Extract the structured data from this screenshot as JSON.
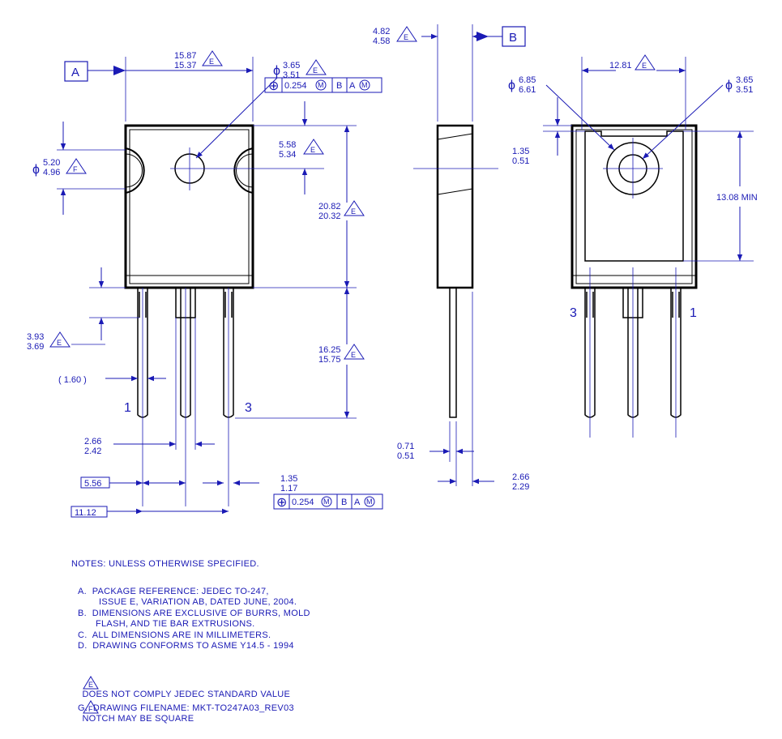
{
  "colors": {
    "ink": "#1a1ab5",
    "outline": "#000000",
    "paper": "#ffffff"
  },
  "datums": {
    "a": "A",
    "b": "B"
  },
  "flags": {
    "e": "E",
    "f": "F"
  },
  "dims": {
    "width_max": "15.87",
    "width_min": "15.37",
    "hole_max": "3.65",
    "hole_min": "3.51",
    "notch_max": "5.20",
    "notch_min": "4.96",
    "hole_pos_max": "5.58",
    "hole_pos_min": "5.34",
    "body_h_max": "20.82",
    "body_h_min": "20.32",
    "lead_len_max": "16.25",
    "lead_len_min": "15.75",
    "shoulder_max": "3.93",
    "shoulder_min": "3.69",
    "lead_tip": "( 1.60 )",
    "lead_wide_max": "2.66",
    "lead_wide_min": "2.42",
    "pitch": "5.56",
    "pitch2": "11.12",
    "lead_w_max": "1.35",
    "lead_w_min": "1.17",
    "thick_max": "4.82",
    "thick_min": "4.58",
    "lead_t_max": "0.71",
    "lead_t_min": "0.51",
    "tab_t_max": "2.66",
    "tab_t_min": "2.29",
    "pad_w": "12.81",
    "pad_hole_max": "6.85",
    "pad_hole_min": "6.61",
    "rear_hole_max": "3.65",
    "rear_hole_min": "3.51",
    "notch_d_max": "1.35",
    "notch_d_min": "0.51",
    "pad_h": "13.08 MIN"
  },
  "fcf": {
    "tol": "0.254",
    "mod": "M",
    "ref1": "B",
    "ref2": "A",
    "mod2": "M"
  },
  "pins": {
    "front_left": "1",
    "front_right": "3",
    "rear_left": "3",
    "rear_right": "1"
  },
  "symbols": {
    "diameter": "ϕ",
    "position": "⊕"
  },
  "notes": {
    "header": "NOTES: UNLESS OTHERWISE SPECIFIED.",
    "a1": "A.  PACKAGE REFERENCE: JEDEC TO-247,",
    "a2": "ISSUE E, VARIATION AB, DATED JUNE, 2004.",
    "b1": "B.  DIMENSIONS ARE EXCLUSIVE OF BURRS, MOLD",
    "b2": "FLASH, AND TIE BAR EXTRUSIONS.",
    "c": "C.  ALL DIMENSIONS ARE IN MILLIMETERS.",
    "d": "D.  DRAWING CONFORMS TO ASME Y14.5 - 1994",
    "e_flag": "E",
    "e": "DOES NOT COMPLY JEDEC STANDARD VALUE",
    "f_flag": "F",
    "f": "NOTCH MAY BE SQUARE",
    "g": "G.  DRAWING FILENAME: MKT-TO247A03_REV03"
  }
}
